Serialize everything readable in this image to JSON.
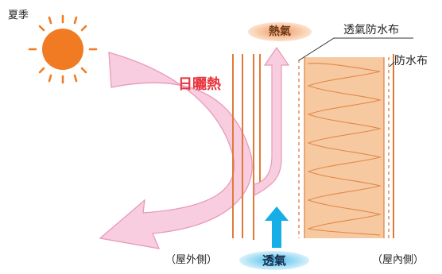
{
  "labels": {
    "season": "夏季",
    "solar_heat": "日曬熱",
    "exhaust_air": "熱氣",
    "breathable_membrane": "透氣防水布",
    "waterproof_sheet": "防水布",
    "intake_air": "透氣",
    "outdoor_side": "（屋外側）",
    "indoor_side": "（屋內側）"
  },
  "colors": {
    "sun": "#f07b22",
    "heat_arrow_fill": "#f8cde0",
    "heat_arrow_stroke": "#e89ab8",
    "heat_text": "#e8343f",
    "wall_line": "#e07a3a",
    "insulation_fill": "#f6c9a0",
    "insulation_line": "#e2874a",
    "intake_arrow": "#16aee6",
    "exhaust_oval": "#f4b98e",
    "intake_oval": "#8fd3f0"
  }
}
